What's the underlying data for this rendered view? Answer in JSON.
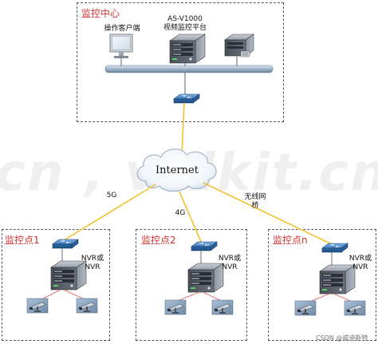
{
  "center": {
    "title": "监控中心",
    "client_label": "操作客户端",
    "server_label_line1": "AS-V1000",
    "server_label_line2": "视频监控平台"
  },
  "cloud": {
    "label": "Internet"
  },
  "links": {
    "left": "5G",
    "middle": "4G",
    "right_line1": "无线网",
    "right_line2": "桥"
  },
  "sites": [
    {
      "title": "监控点1",
      "nvr_line1": "NVR或",
      "nvr_line2": "NVR"
    },
    {
      "title": "监控点2",
      "nvr_line1": "NVR或",
      "nvr_line2": "NVR"
    },
    {
      "title": "监控点n",
      "nvr_line1": "NVR或",
      "nvr_line2": "NVR"
    }
  ],
  "watermark": "cn , vidkit.cn , vi",
  "credit": "CSDN @威迪斯特",
  "colors": {
    "title_red": "#d0312d",
    "link_yellow": "#f2c12e",
    "camera_red": "#e07a7a",
    "switch_blue": "#2f6fb5",
    "bus_blue": "#9fb4c8"
  }
}
